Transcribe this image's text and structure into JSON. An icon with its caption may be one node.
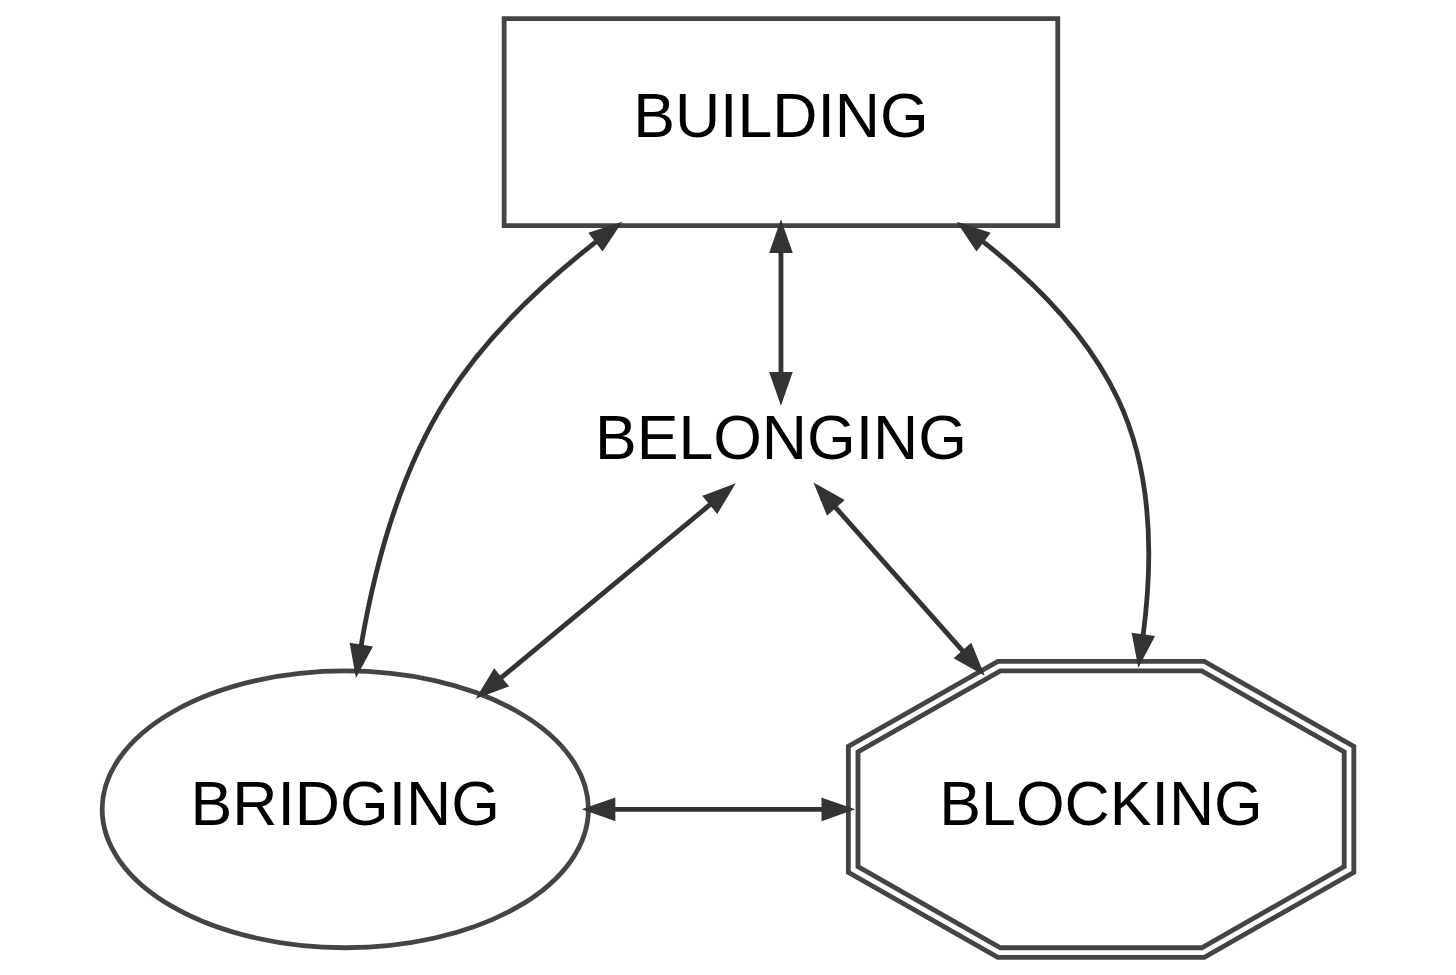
{
  "diagram": {
    "nodes": [
      {
        "text": [
          "BUILDING"
        ]
      },
      {
        "text": [
          "BELONGING"
        ]
      },
      {
        "text": [
          "BRIDGING"
        ]
      },
      {
        "text": [
          "BLOCKING"
        ]
      }
    ],
    "edges": [
      {
        "from": 0,
        "to": 2,
        "arrow": "both"
      },
      {
        "from": 0,
        "to": 1,
        "arrow": "both"
      },
      {
        "from": 0,
        "to": 3,
        "arrow": "both"
      },
      {
        "from": 1,
        "to": 2,
        "arrow": "both"
      },
      {
        "from": 1,
        "to": 3,
        "arrow": "both"
      },
      {
        "from": 2,
        "to": 3,
        "arrow": "both"
      }
    ]
  }
}
